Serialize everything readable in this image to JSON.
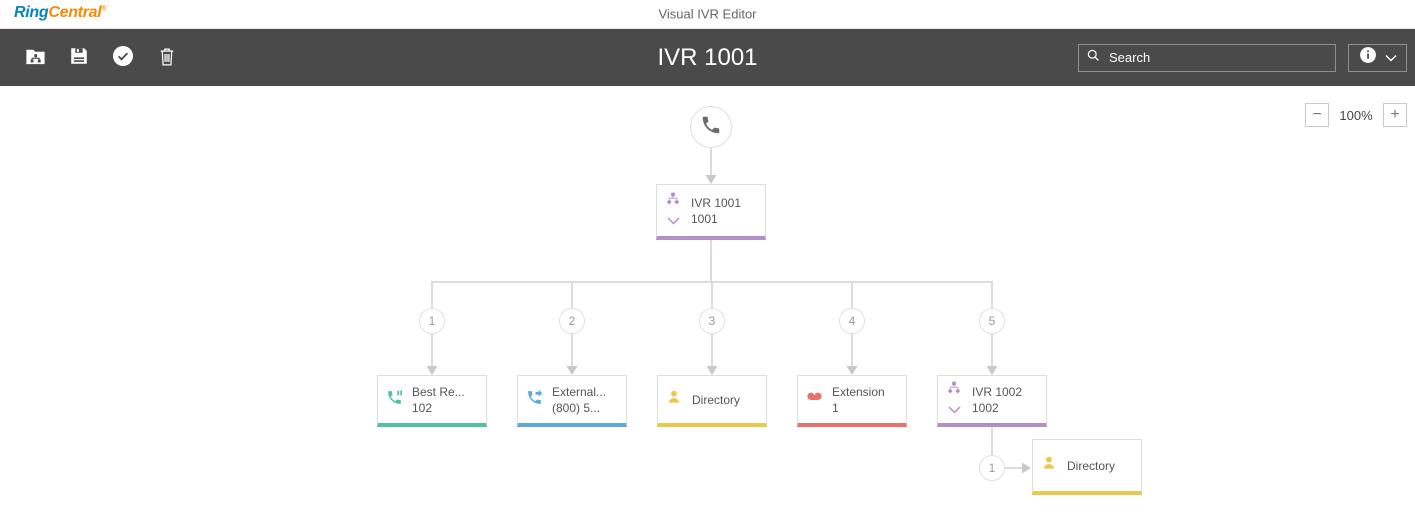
{
  "brand": {
    "name_part1": "Ring",
    "name_part2": "Central",
    "trademark": "®"
  },
  "top_bar": {
    "title": "Visual IVR Editor"
  },
  "toolbar": {
    "title": "IVR 1001",
    "search_placeholder": "Search"
  },
  "zoom_controls": {
    "zoom_out": "−",
    "zoom_level": "100%",
    "zoom_in": "+"
  },
  "colors": {
    "toolbar_bg": "#4a4a4a",
    "logo_blue": "#0684bd",
    "logo_orange": "#f88b00",
    "connector_gray": "#dcdcdc",
    "teal": "#4fc3a1",
    "blue": "#5fa8dc",
    "yellow": "#e9c84a",
    "red": "#e8716d",
    "purple": "#b48ec9"
  },
  "tree": {
    "entry_icon": "phone-icon",
    "root": {
      "title": "IVR 1001",
      "subtitle": "1001",
      "accent": "#b48ec9",
      "icon": "ivr-tree-icon"
    },
    "branches": [
      {
        "key": "1",
        "title": "Best Re...",
        "subtitle": "102",
        "accent": "#4fc3a1",
        "icon": "phone-hold-icon"
      },
      {
        "key": "2",
        "title": "External...",
        "subtitle": "(800) 5...",
        "accent": "#5fa8dc",
        "icon": "phone-forward-icon"
      },
      {
        "key": "3",
        "title": "Directory",
        "accent": "#e9c84a",
        "icon": "person-icon"
      },
      {
        "key": "4",
        "title": "Extension",
        "subtitle": "1",
        "accent": "#e8716d",
        "icon": "extension-icon"
      },
      {
        "key": "5",
        "title": "IVR 1002",
        "subtitle": "1002",
        "accent": "#b48ec9",
        "icon": "ivr-tree-icon",
        "children": [
          {
            "key": "1",
            "title": "Directory",
            "accent": "#e9c84a",
            "icon": "person-icon"
          }
        ]
      }
    ]
  }
}
